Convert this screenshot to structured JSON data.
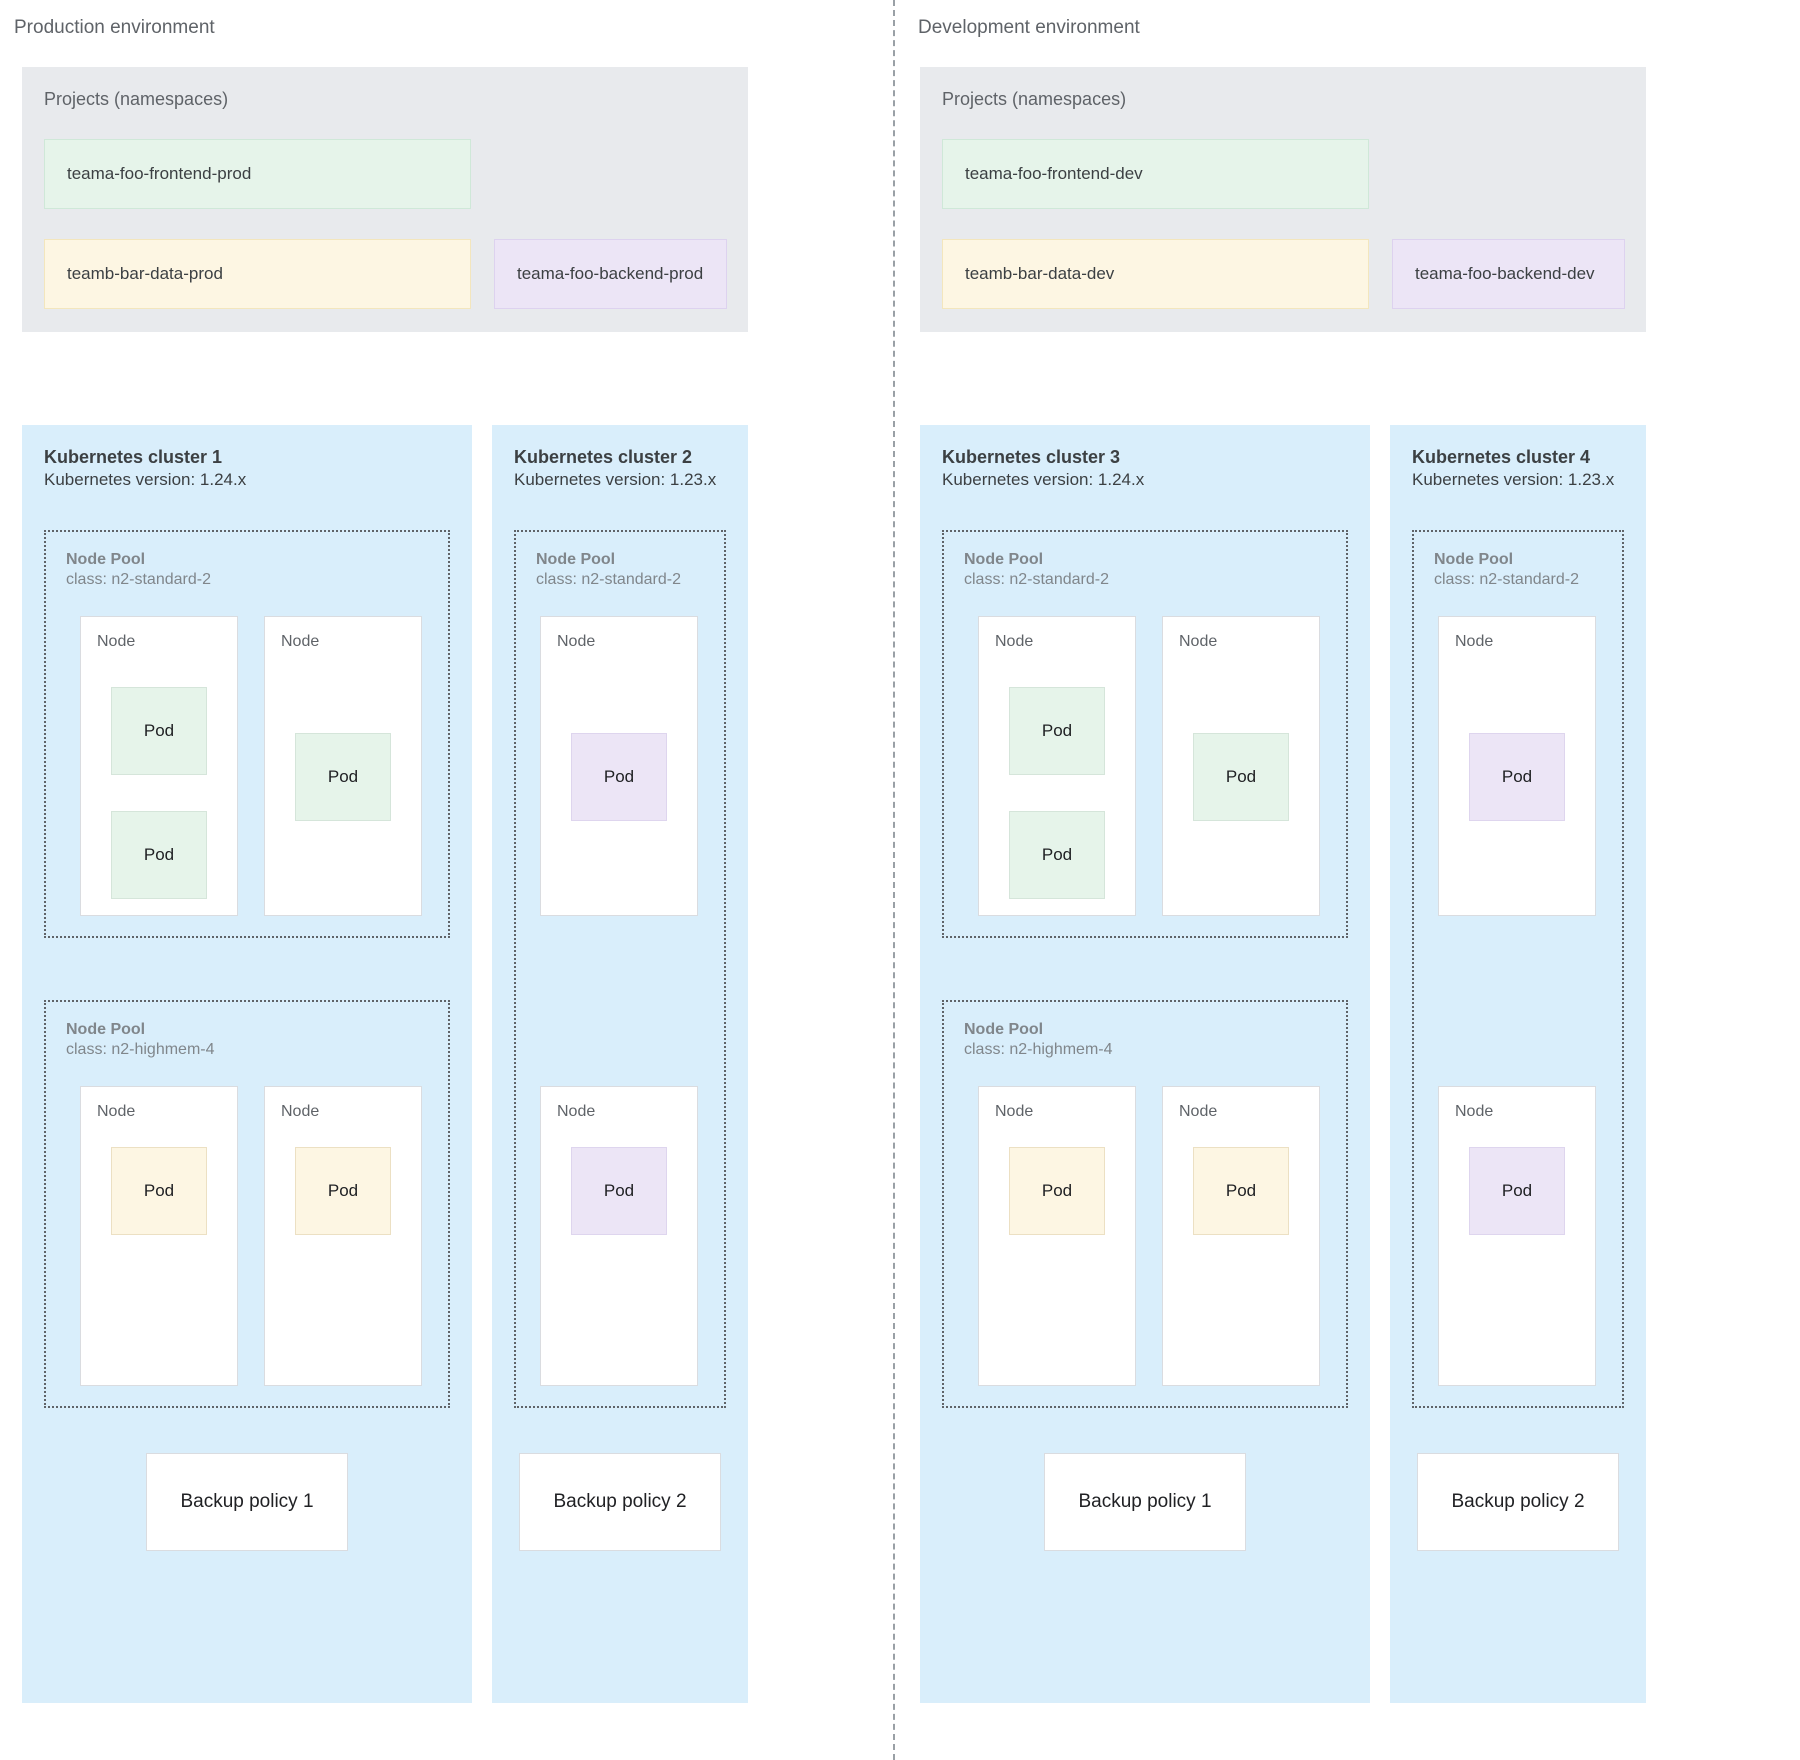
{
  "environments": [
    {
      "id": "production",
      "title": "Production environment",
      "projects": {
        "label": "Projects (namespaces)",
        "namespaces": [
          {
            "name": "teama-foo-frontend-prod",
            "color": "green"
          },
          {
            "name": "teamb-bar-data-prod",
            "color": "yellow"
          },
          {
            "name": "teama-foo-backend-prod",
            "color": "purple"
          }
        ]
      },
      "clusters": [
        {
          "title": "Kubernetes cluster 1",
          "version": "Kubernetes version: 1.24.x",
          "node_pools": [
            {
              "label": "Node Pool",
              "class": "class: n2-standard-2",
              "nodes": [
                {
                  "label": "Node",
                  "pods": [
                    {
                      "label": "Pod",
                      "color": "green"
                    },
                    {
                      "label": "Pod",
                      "color": "green"
                    }
                  ]
                },
                {
                  "label": "Node",
                  "pods": [
                    {
                      "label": "Pod",
                      "color": "green"
                    }
                  ]
                }
              ]
            },
            {
              "label": "Node Pool",
              "class": "class: n2-highmem-4",
              "nodes": [
                {
                  "label": "Node",
                  "pods": [
                    {
                      "label": "Pod",
                      "color": "yellow"
                    }
                  ]
                },
                {
                  "label": "Node",
                  "pods": [
                    {
                      "label": "Pod",
                      "color": "yellow"
                    }
                  ]
                }
              ]
            }
          ],
          "backup_policy": "Backup policy 1"
        },
        {
          "title": "Kubernetes cluster 2",
          "version": "Kubernetes version: 1.23.x",
          "node_pools": [
            {
              "label": "Node Pool",
              "class": "class: n2-standard-2",
              "nodes": [
                {
                  "label": "Node",
                  "pods": [
                    {
                      "label": "Pod",
                      "color": "purple"
                    }
                  ]
                },
                {
                  "label": "Node",
                  "pods": [
                    {
                      "label": "Pod",
                      "color": "purple"
                    }
                  ]
                }
              ]
            }
          ],
          "backup_policy": "Backup policy 2"
        }
      ]
    },
    {
      "id": "development",
      "title": "Development environment",
      "projects": {
        "label": "Projects (namespaces)",
        "namespaces": [
          {
            "name": "teama-foo-frontend-dev",
            "color": "green"
          },
          {
            "name": "teamb-bar-data-dev",
            "color": "yellow"
          },
          {
            "name": "teama-foo-backend-dev",
            "color": "purple"
          }
        ]
      },
      "clusters": [
        {
          "title": "Kubernetes cluster 3",
          "version": "Kubernetes version: 1.24.x",
          "node_pools": [
            {
              "label": "Node Pool",
              "class": "class: n2-standard-2",
              "nodes": [
                {
                  "label": "Node",
                  "pods": [
                    {
                      "label": "Pod",
                      "color": "green"
                    },
                    {
                      "label": "Pod",
                      "color": "green"
                    }
                  ]
                },
                {
                  "label": "Node",
                  "pods": [
                    {
                      "label": "Pod",
                      "color": "green"
                    }
                  ]
                }
              ]
            },
            {
              "label": "Node Pool",
              "class": "class: n2-highmem-4",
              "nodes": [
                {
                  "label": "Node",
                  "pods": [
                    {
                      "label": "Pod",
                      "color": "yellow"
                    }
                  ]
                },
                {
                  "label": "Node",
                  "pods": [
                    {
                      "label": "Pod",
                      "color": "yellow"
                    }
                  ]
                }
              ]
            }
          ],
          "backup_policy": "Backup policy 1"
        },
        {
          "title": "Kubernetes cluster 4",
          "version": "Kubernetes version: 1.23.x",
          "node_pools": [
            {
              "label": "Node Pool",
              "class": "class: n2-standard-2",
              "nodes": [
                {
                  "label": "Node",
                  "pods": [
                    {
                      "label": "Pod",
                      "color": "purple"
                    }
                  ]
                },
                {
                  "label": "Node",
                  "pods": [
                    {
                      "label": "Pod",
                      "color": "purple"
                    }
                  ]
                }
              ]
            }
          ],
          "backup_policy": "Backup policy 2"
        }
      ]
    }
  ],
  "colors": {
    "cluster_bg": "#d9eefb",
    "projects_bg": "#e8eaed",
    "green": "#e6f4ea",
    "yellow": "#fdf6e3",
    "purple": "#ece5f6",
    "divider": "#9aa0a6",
    "text_muted": "#5f6368"
  }
}
